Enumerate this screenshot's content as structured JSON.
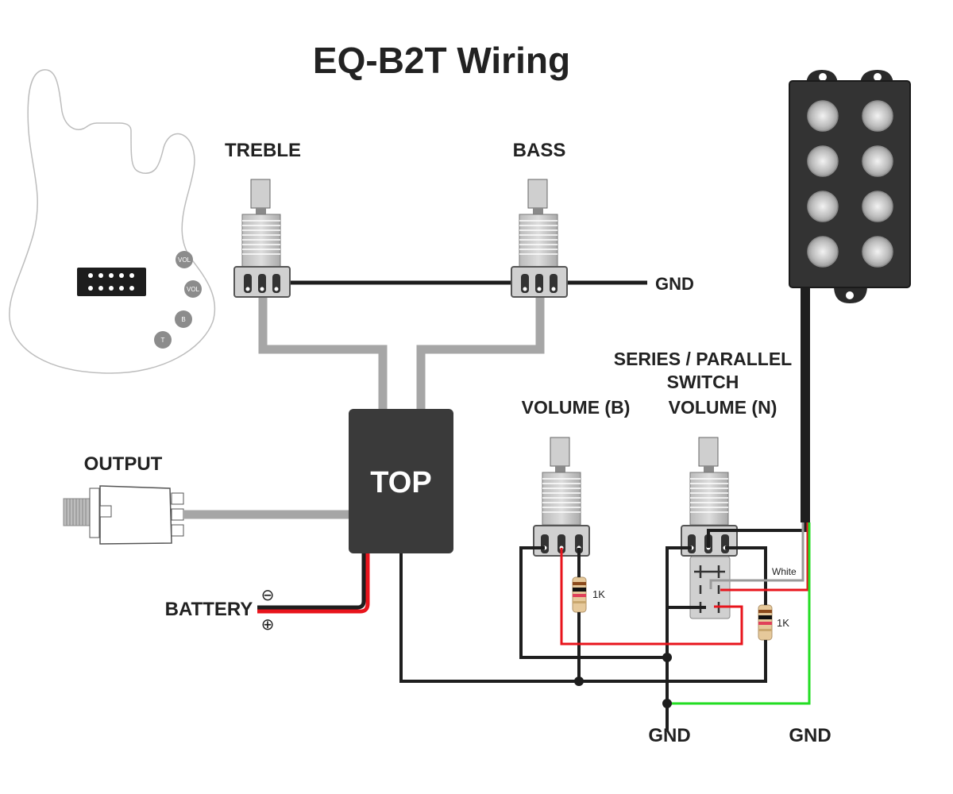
{
  "title": "EQ-B2T Wiring",
  "labels": {
    "treble": "TREBLE",
    "bass": "BASS",
    "gnd_top": "GND",
    "series_parallel_line1": "SERIES / PARALLEL",
    "series_parallel_line2": "SWITCH",
    "volume_b": "VOLUME (B)",
    "volume_n": "VOLUME (N)",
    "output": "OUTPUT",
    "battery": "BATTERY",
    "battery_neg": "⊖",
    "battery_pos": "⊕",
    "top": "TOP",
    "resistor_1": "1K",
    "resistor_2": "1K",
    "white_wire": "White",
    "gnd_bottom_left": "GND",
    "gnd_bottom_right": "GND"
  },
  "guitar": {
    "knobs": [
      "VOL",
      "VOL",
      "B",
      "T"
    ]
  },
  "wire_colors": {
    "black": "#1e1e1e",
    "red": "#e8141c",
    "green": "#22dd22",
    "white": "#9a9a9a",
    "gray_cable": "#a6a6a6"
  }
}
